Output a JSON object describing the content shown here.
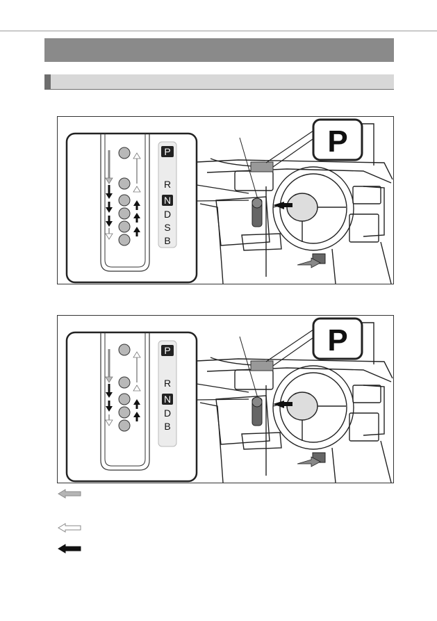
{
  "figure_1": {
    "positions": [
      "P",
      "R",
      "N",
      "D",
      "S",
      "B"
    ],
    "badge": "P"
  },
  "figure_2": {
    "positions": [
      "P",
      "R",
      "N",
      "D",
      "B"
    ],
    "badge": "P"
  },
  "legend": [
    {
      "icon": "gray-filled-arrow-icon"
    },
    {
      "icon": "white-outline-arrow-icon"
    },
    {
      "icon": "black-arrow-icon"
    }
  ]
}
